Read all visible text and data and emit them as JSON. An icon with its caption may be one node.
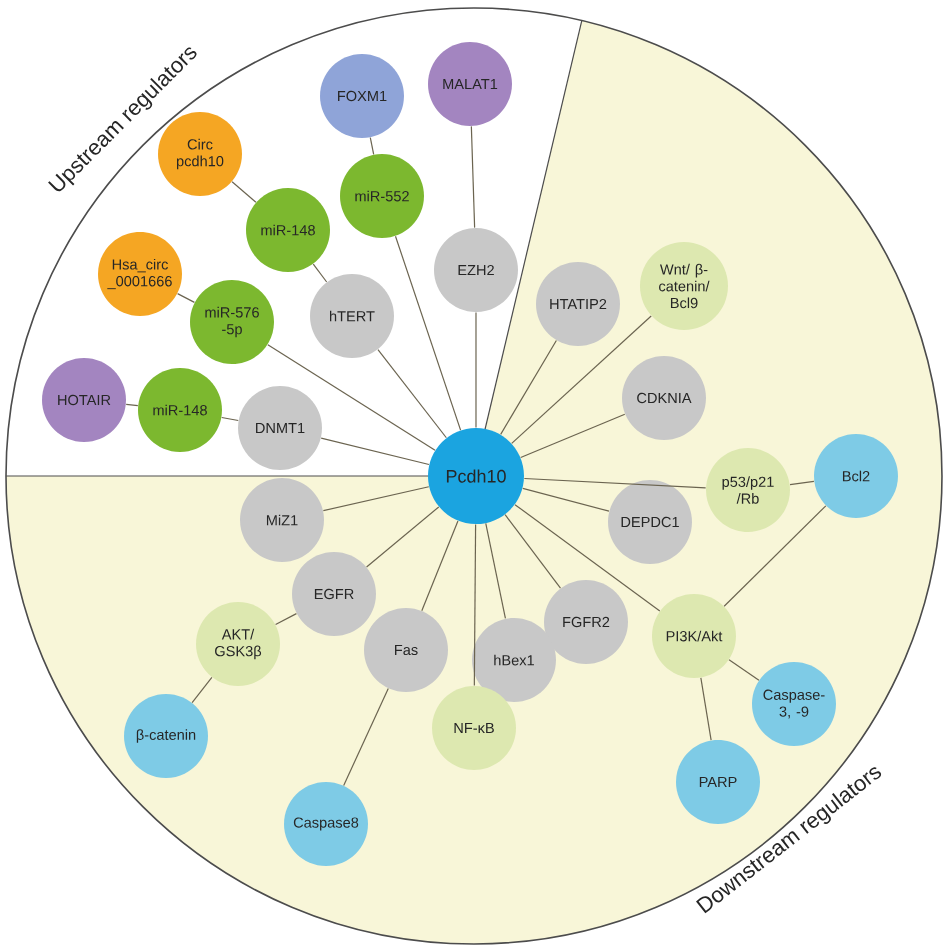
{
  "diagram": {
    "nodes": [
      {
        "text": [
          "Pcdh10"
        ]
      },
      {
        "text": [
          "FOXM1"
        ]
      },
      {
        "text": [
          "MALAT1"
        ]
      },
      {
        "text": [
          "miR-552"
        ]
      },
      {
        "text": [
          "Circ pcdh10"
        ]
      },
      {
        "text": [
          "miR-148"
        ]
      },
      {
        "text": [
          "EZH2"
        ]
      },
      {
        "text": [
          "Hsa_circ_0001666"
        ]
      },
      {
        "text": [
          "miR-576 -5p"
        ]
      },
      {
        "text": [
          "hTERT"
        ]
      },
      {
        "text": [
          "HOTAIR"
        ]
      },
      {
        "text": [
          "miR-148"
        ]
      },
      {
        "text": [
          "DNMT1"
        ]
      },
      {
        "text": [
          "HTATIP2"
        ]
      },
      {
        "text": [
          "Wnt/ β-catenin/ Bcl9"
        ]
      },
      {
        "text": [
          "CDKNIA"
        ]
      },
      {
        "text": [
          "p53/p21 /Rb"
        ]
      },
      {
        "text": [
          "Bcl2"
        ]
      },
      {
        "text": [
          "MiZ1"
        ]
      },
      {
        "text": [
          "EGFR"
        ]
      },
      {
        "text": [
          "DEPDC1"
        ]
      },
      {
        "text": [
          "AKT/ GSK3β"
        ]
      },
      {
        "text": [
          "Fas"
        ]
      },
      {
        "text": [
          "FGFR2"
        ]
      },
      {
        "text": [
          "PI3K/Akt"
        ]
      },
      {
        "text": [
          "hBex1"
        ]
      },
      {
        "text": [
          "β-catenin"
        ]
      },
      {
        "text": [
          "NF-κB"
        ]
      },
      {
        "text": [
          "Caspase-3, -9"
        ]
      },
      {
        "text": [
          "PARP"
        ]
      },
      {
        "text": [
          "Caspase8"
        ]
      }
    ],
    "edges": [
      {
        "from": 1,
        "to": 3,
        "arrow": "none"
      },
      {
        "from": 3,
        "to": 0,
        "arrow": "none"
      },
      {
        "from": 2,
        "to": 6,
        "arrow": "none"
      },
      {
        "from": 6,
        "to": 0,
        "arrow": "none"
      },
      {
        "from": 4,
        "to": 5,
        "arrow": "none"
      },
      {
        "from": 5,
        "to": 9,
        "arrow": "none"
      },
      {
        "from": 9,
        "to": 0,
        "arrow": "none"
      },
      {
        "from": 7,
        "to": 8,
        "arrow": "none"
      },
      {
        "from": 8,
        "to": 0,
        "arrow": "none"
      },
      {
        "from": 10,
        "to": 11,
        "arrow": "none"
      },
      {
        "from": 11,
        "to": 12,
        "arrow": "none"
      },
      {
        "from": 12,
        "to": 0,
        "arrow": "none"
      },
      {
        "from": 0,
        "to": 13,
        "arrow": "none"
      },
      {
        "from": 0,
        "to": 14,
        "arrow": "none"
      },
      {
        "from": 0,
        "to": 15,
        "arrow": "none"
      },
      {
        "from": 0,
        "to": 16,
        "arrow": "none"
      },
      {
        "from": 16,
        "to": 17,
        "arrow": "none"
      },
      {
        "from": 0,
        "to": 18,
        "arrow": "none"
      },
      {
        "from": 0,
        "to": 19,
        "arrow": "none"
      },
      {
        "from": 19,
        "to": 21,
        "arrow": "none"
      },
      {
        "from": 21,
        "to": 26,
        "arrow": "none"
      },
      {
        "from": 0,
        "to": 20,
        "arrow": "none"
      },
      {
        "from": 0,
        "to": 22,
        "arrow": "none"
      },
      {
        "from": 22,
        "to": 30,
        "arrow": "none"
      },
      {
        "from": 0,
        "to": 23,
        "arrow": "none"
      },
      {
        "from": 0,
        "to": 24,
        "arrow": "none"
      },
      {
        "from": 24,
        "to": 17,
        "arrow": "none"
      },
      {
        "from": 24,
        "to": 28,
        "arrow": "none"
      },
      {
        "from": 24,
        "to": 29,
        "arrow": "none"
      },
      {
        "from": 0,
        "to": 25,
        "arrow": "none"
      },
      {
        "from": 0,
        "to": 27,
        "arrow": "none"
      }
    ],
    "labels": [
      "Upstream regulators",
      "Downstream regulators"
    ]
  }
}
